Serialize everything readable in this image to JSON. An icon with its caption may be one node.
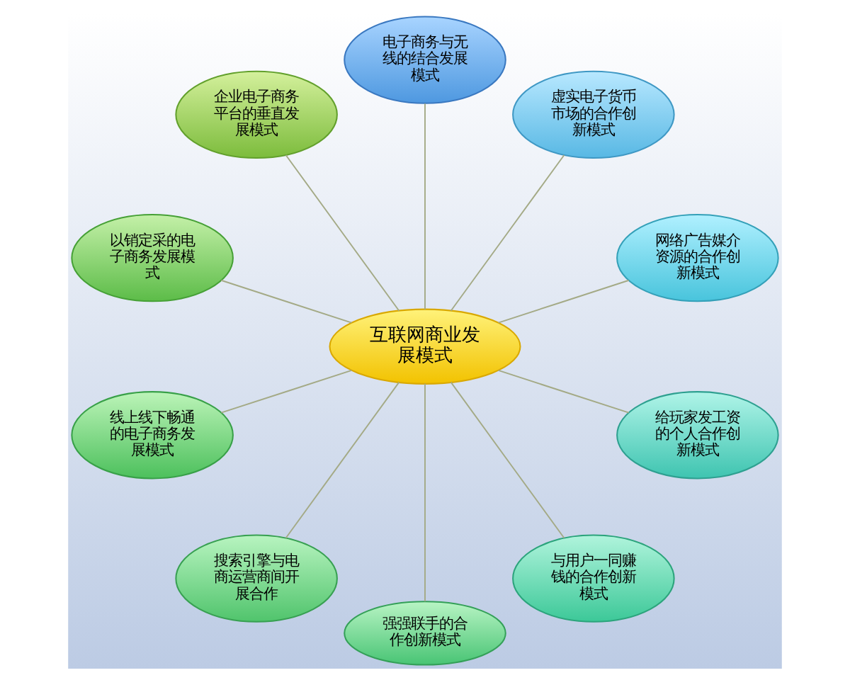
{
  "diagram": {
    "nodes": [
      {
        "text": [
          "互联网商业发展模式"
        ]
      },
      {
        "text": [
          "电子商务与无线的结合发展模式"
        ]
      },
      {
        "text": [
          "虚实电子货币市场的合作创新模式"
        ]
      },
      {
        "text": [
          "网络广告媒介资源的合作创新模式"
        ]
      },
      {
        "text": [
          "给玩家发工资的个人合作创新模式"
        ]
      },
      {
        "text": [
          "与用户一同赚钱的合作创新模式"
        ]
      },
      {
        "text": [
          "强强联手的合作创新模式"
        ]
      },
      {
        "text": [
          "搜索引擎与电商运营商间开展合作"
        ]
      },
      {
        "text": [
          "线上线下畅通的电子商务发展模式"
        ]
      },
      {
        "text": [
          "以销定采的电子商务发展模式"
        ]
      },
      {
        "text": [
          "企业电子商务平台的垂直发展模式"
        ]
      }
    ],
    "edges": [
      {
        "from": 0,
        "to": 1,
        "arrow": "none"
      },
      {
        "from": 0,
        "to": 2,
        "arrow": "none"
      },
      {
        "from": 0,
        "to": 3,
        "arrow": "none"
      },
      {
        "from": 0,
        "to": 4,
        "arrow": "none"
      },
      {
        "from": 0,
        "to": 5,
        "arrow": "none"
      },
      {
        "from": 0,
        "to": 6,
        "arrow": "none"
      },
      {
        "from": 0,
        "to": 7,
        "arrow": "none"
      },
      {
        "from": 0,
        "to": 8,
        "arrow": "none"
      },
      {
        "from": 0,
        "to": 9,
        "arrow": "none"
      },
      {
        "from": 0,
        "to": 10,
        "arrow": "none"
      }
    ]
  }
}
